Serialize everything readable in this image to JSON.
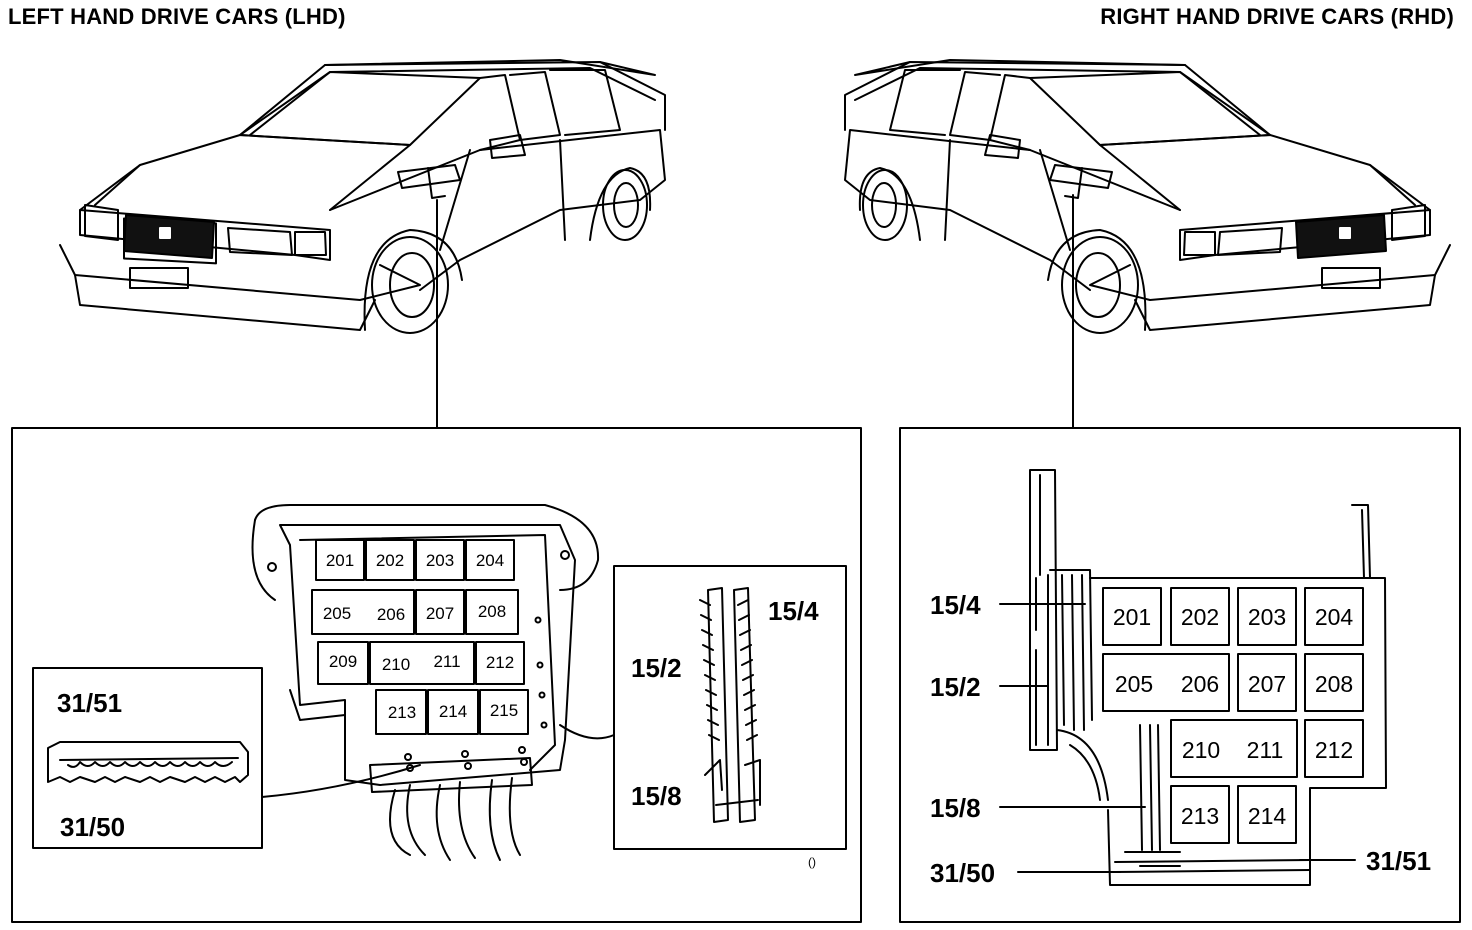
{
  "headings": {
    "left": "LEFT HAND DRIVE CARS (LHD)",
    "right": "RIGHT HAND DRIVE CARS (RHD)"
  },
  "lhd": {
    "relays": [
      "201",
      "202",
      "203",
      "204",
      "205",
      "206",
      "207",
      "208",
      "209",
      "210",
      "211",
      "212",
      "213",
      "214",
      "215"
    ],
    "terminal_labels": {
      "a": "15/4",
      "b": "15/2",
      "c": "15/8",
      "d": "31/51",
      "e": "31/50"
    },
    "footnote": "()"
  },
  "rhd": {
    "relays": [
      "201",
      "202",
      "203",
      "204",
      "205",
      "206",
      "207",
      "208",
      "210",
      "211",
      "212",
      "213",
      "214"
    ],
    "terminal_labels": {
      "a": "15/4",
      "b": "15/2",
      "c": "15/8",
      "d": "31/50",
      "e": "31/51"
    }
  }
}
